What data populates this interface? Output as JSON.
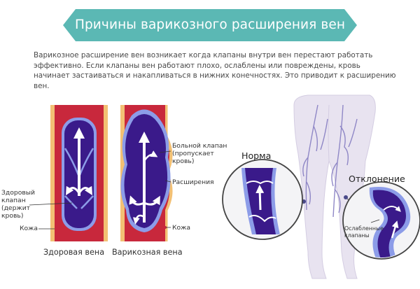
{
  "title": "Причины варикозного расширения вен",
  "intro": "Варикозное расширение вен возникает когда клапаны внутри вен перестают работать эффективно. Если клапаны вен работают плохо, ослаблены или повреждены, кровь начинает застаиваться и накапливаться в нижних конечностях. Это приводит к расширению вен.",
  "labels": {
    "healthy_valve": "Здоровый клапан (держит кровь)",
    "skin_left": "Кожа",
    "sick_valve": "Больной клапан (пропускает кровь)",
    "dilation": "Расширения",
    "skin_right": "Кожа",
    "weak_valves": "Ослабленные клапаны"
  },
  "captions": {
    "healthy_vein": "Здоровая вена",
    "varicose_vein": "Варикозная вена"
  },
  "zoom": {
    "norm": "Норма",
    "deviation": "Отклонение"
  },
  "colors": {
    "banner": "#5bb8b4",
    "vessel_wall": "#c8283c",
    "vein_fill": "#3a1a8a",
    "vein_outline": "#8c9ce8",
    "skin": "#f3c074",
    "leg": "#e8e3f0",
    "leg_vein": "#8f87c6"
  }
}
